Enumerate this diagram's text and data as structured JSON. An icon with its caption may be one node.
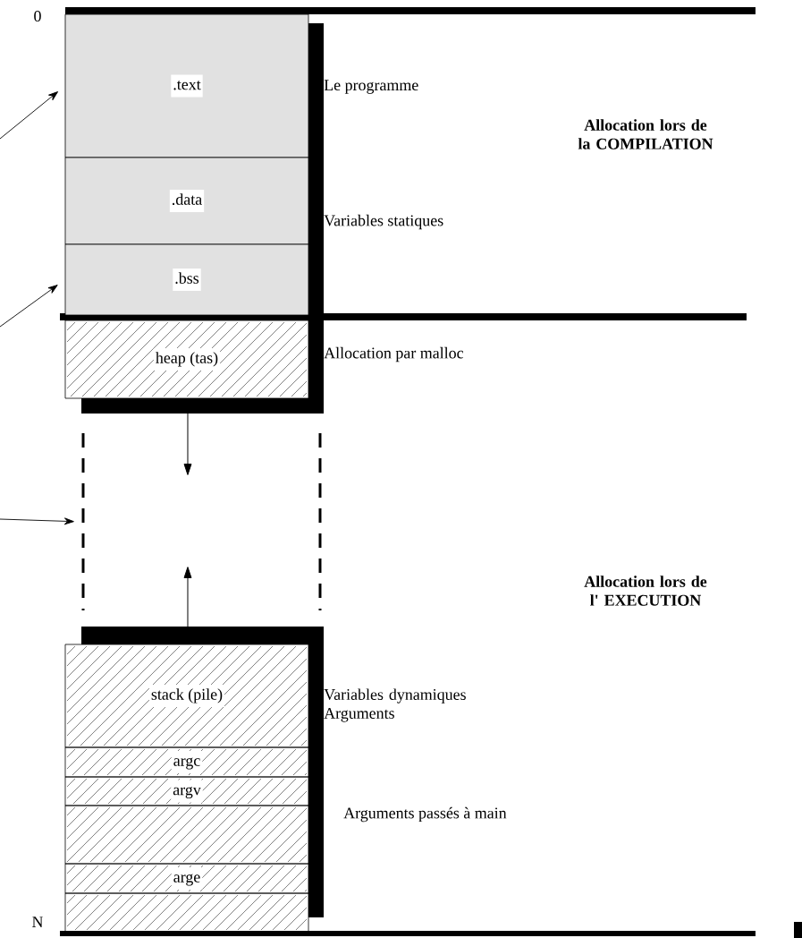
{
  "diagram": {
    "nodes": [
      {
        "text": [
          ".text"
        ]
      },
      {
        "text": [
          ".data"
        ]
      },
      {
        "text": [
          ".bss"
        ]
      },
      {
        "text": [
          "heap (tas)"
        ]
      },
      {
        "text": [],
        "shape": "box"
      },
      {
        "text": [
          "stack (pile)"
        ]
      },
      {
        "text": [
          "argc"
        ]
      },
      {
        "text": [
          "argv"
        ]
      },
      {
        "text": [],
        "shape": "box"
      },
      {
        "text": [
          "arge"
        ]
      },
      {
        "text": [],
        "shape": "box"
      }
    ],
    "edges": [
      {
        "from": null,
        "to": 0,
        "arrow": "to"
      },
      {
        "from": null,
        "to": 2,
        "arrow": "to"
      },
      {
        "from": null,
        "to": 4,
        "arrow": "to"
      }
    ],
    "labels": [
      "0",
      "Le programme",
      "Allocation lors de la COMPILATION",
      "Variables statiques",
      "Allocation par malloc",
      "Allocation lors de l' EXECUTION",
      "Variables dynamiques Arguments",
      "Arguments passés à main",
      "N"
    ]
  }
}
